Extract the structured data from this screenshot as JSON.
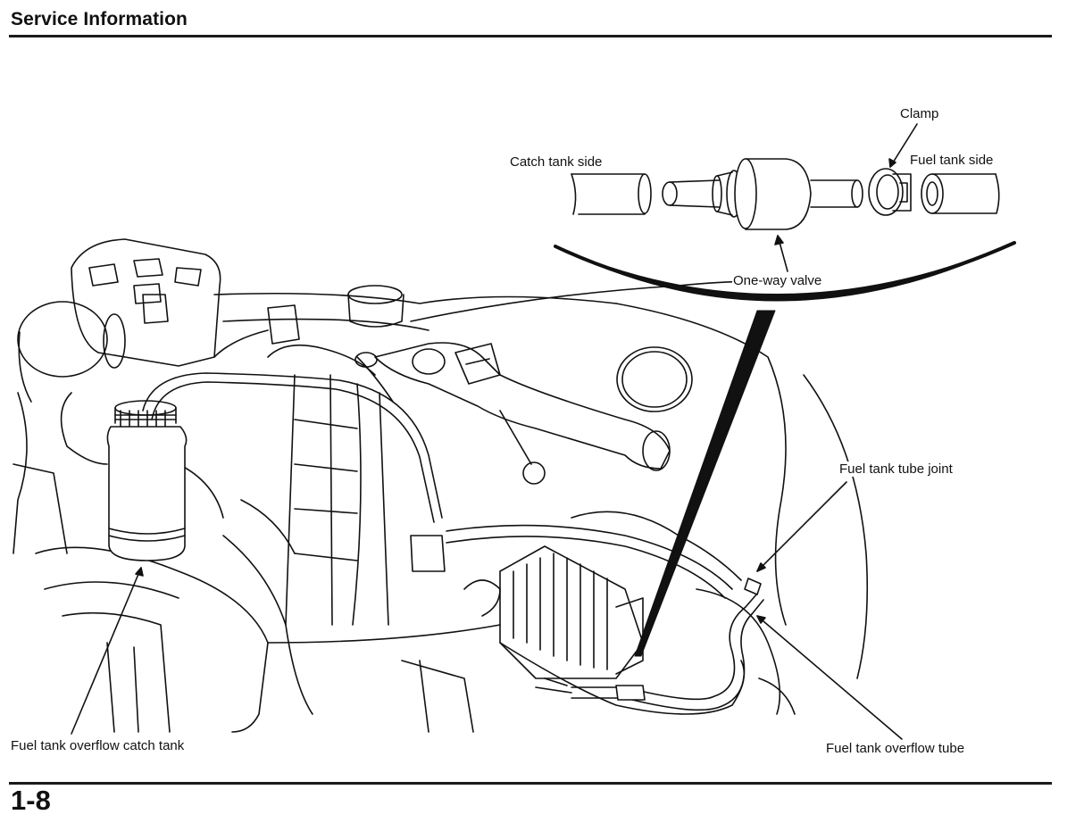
{
  "header": {
    "title": "Service Information"
  },
  "footer": {
    "page_number": "1-8"
  },
  "callouts": {
    "clamp": "Clamp",
    "catch_tank_side": "Catch tank side",
    "fuel_tank_side": "Fuel tank side",
    "one_way_valve": "One-way valve",
    "fuel_tank_tube_joint": "Fuel tank tube joint",
    "overflow_catch_tank": "Fuel tank overflow catch tank",
    "overflow_tube": "Fuel tank overflow tube"
  }
}
